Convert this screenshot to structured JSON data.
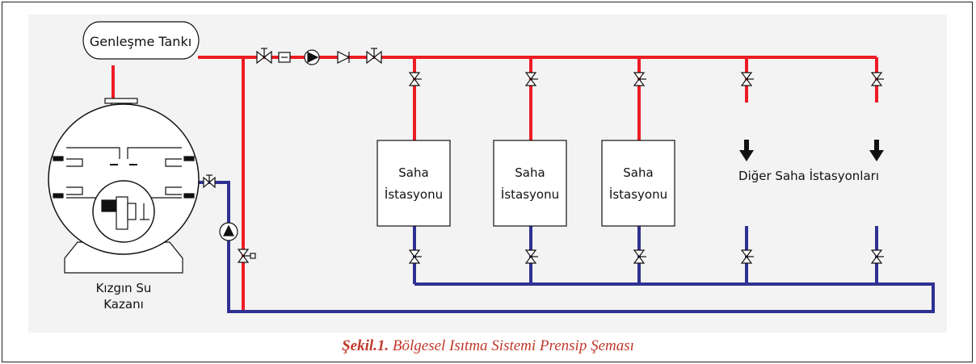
{
  "labels": {
    "expansion_tank": "Genleşme Tankı",
    "boiler_line1": "Kızgın Su",
    "boiler_line2": "Kazanı",
    "station_line1": "Saha",
    "station_line2": "İstasyonu",
    "other_stations": "Diğer Saha İstasyonları"
  },
  "caption": {
    "number": "Şekil.1.",
    "title": "Bölgesel Isıtma Sistemi Prensip Şeması"
  },
  "colors": {
    "supply": "#ee1c24",
    "return": "#2e3192",
    "caption": "#c0392b"
  }
}
